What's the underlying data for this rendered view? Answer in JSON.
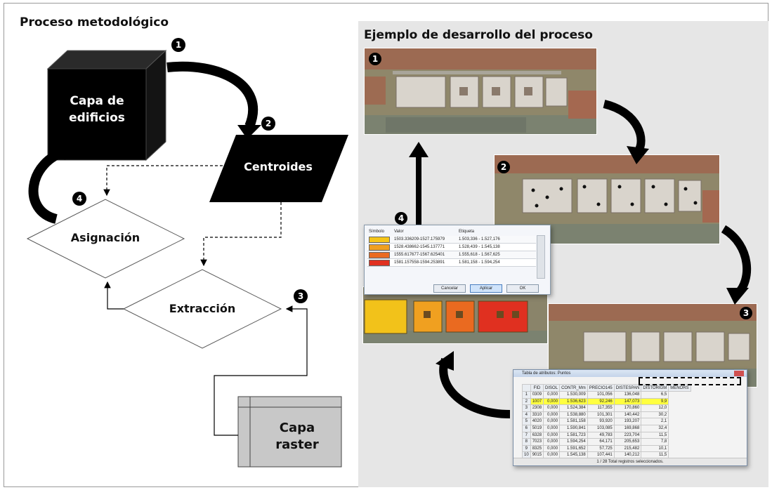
{
  "left_title": "Proceso metodológico",
  "right_title": "Ejemplo de desarrollo del proceso",
  "flow": {
    "edificios": [
      "Capa de",
      "edificios"
    ],
    "centroides": "Centroides",
    "asignacion": "Asignación",
    "extraccion": "Extracción",
    "raster": [
      "Capa",
      "raster"
    ],
    "steps": [
      "1",
      "2",
      "3",
      "4"
    ]
  },
  "dialog": {
    "headers": [
      "Símbolo",
      "Valor",
      "Etiqueta"
    ],
    "rows": [
      {
        "color": "#f5c518",
        "valor": "1503.336209-1527.175979",
        "etiqueta": "1.503,336 - 1.527,176"
      },
      {
        "color": "#f0a020",
        "valor": "1528.438662-1545.137771",
        "etiqueta": "1.528,439 - 1.545,138"
      },
      {
        "color": "#ea6a20",
        "valor": "1555.617677-1567.625401",
        "etiqueta": "1.555,618 - 1.567,625"
      },
      {
        "color": "#e03020",
        "valor": "1581.157558-1594.253891",
        "etiqueta": "1.581,158 - 1.594,254"
      }
    ],
    "buttons": [
      "Cancelar",
      "Aplicar",
      "OK"
    ]
  },
  "attr_table": {
    "title": "Tabla de atributos: Puntos",
    "columns": [
      "FID",
      "DISOL",
      "CONTR_Mm",
      "PRECIO145",
      "DISTESPAN",
      "DISTORIGM",
      "MENORS"
    ],
    "rows": [
      [
        "1",
        "0309",
        "0,000",
        "1.530,009",
        "101,056",
        "136,048",
        "6,5"
      ],
      [
        "2",
        "1007",
        "0,000",
        "1.536,623",
        "92,246",
        "147,073",
        "9,9"
      ],
      [
        "3",
        "2308",
        "0,000",
        "1.524,384",
        "117,355",
        "170,860",
        "12,0"
      ],
      [
        "4",
        "3310",
        "0,000",
        "1.538,880",
        "101,301",
        "140,442",
        "30,2"
      ],
      [
        "5",
        "4020",
        "0,000",
        "1.581,158",
        "93,920",
        "193,207",
        "2,1"
      ],
      [
        "6",
        "5019",
        "0,000",
        "1.590,841",
        "103,085",
        "169,868",
        "32,4"
      ],
      [
        "7",
        "6328",
        "0,000",
        "1.581,723",
        "49,783",
        "223,704",
        "11,5"
      ],
      [
        "8",
        "7023",
        "0,000",
        "1.594,254",
        "64,171",
        "205,653",
        "7,8"
      ],
      [
        "9",
        "8325",
        "0,000",
        "1.591,652",
        "57,725",
        "215,482",
        "10,1"
      ],
      [
        "10",
        "9015",
        "0,000",
        "1.545,138",
        "107,441",
        "140,212",
        "11,5"
      ]
    ],
    "footer": "1 / 28 Total registros seleccionados."
  }
}
